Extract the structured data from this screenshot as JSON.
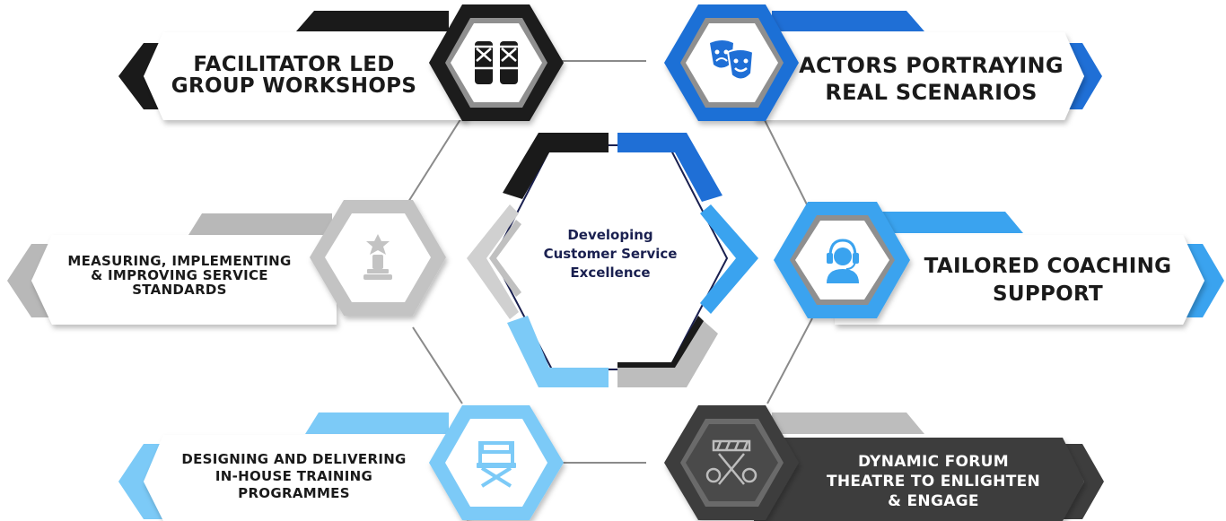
{
  "center": {
    "lines": [
      "Developing",
      "Customer Service",
      "Excellence"
    ]
  },
  "nodes": [
    {
      "id": "facilitator",
      "lines": [
        "Facilitator led",
        "group workshops"
      ],
      "color": "#1a1a1a",
      "icon": "drums-icon"
    },
    {
      "id": "actors",
      "lines": [
        "Actors Portraying",
        "Real Scenarios"
      ],
      "color": "#1f6fd6",
      "icon": "theatre-masks-icon"
    },
    {
      "id": "measuring",
      "lines": [
        "Measuring, implementing",
        "& improving service",
        "standards"
      ],
      "color": "#b8b8b8",
      "icon": "chess-pawn-icon"
    },
    {
      "id": "coaching",
      "lines": [
        "Tailored Coaching",
        "Support"
      ],
      "color": "#3aa3ef",
      "icon": "headset-agent-icon"
    },
    {
      "id": "designing",
      "lines": [
        "Designing and delivering",
        "in-house training",
        "programmes"
      ],
      "color": "#7ccaf7",
      "icon": "directors-chair-icon"
    },
    {
      "id": "forum",
      "lines": [
        "Dynamic Forum",
        "Theatre to enlighten",
        "& engage"
      ],
      "color": "#3d3d3d",
      "icon": "film-clapper-icon"
    }
  ]
}
